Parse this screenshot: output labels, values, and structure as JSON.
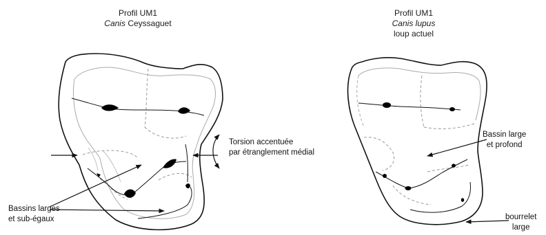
{
  "left": {
    "title_line1": "Profil UM1",
    "title_genus": "Canis",
    "title_rest": " Ceyssaguet",
    "labels": {
      "torsion_line1": "Torsion accentuée",
      "torsion_line2": "par étranglement médial",
      "bassins_line1": "Bassins larges",
      "bassins_line2": "et sub-égaux"
    }
  },
  "right": {
    "title_line1": "Profil UM1",
    "title_species": "Canis lupus",
    "title_line3": "loup actuel",
    "labels": {
      "bassin_line1": "Bassin large",
      "bassin_line2": "et profond",
      "bourrelet_line1": "bourrelet",
      "bourrelet_line2": "large"
    }
  }
}
